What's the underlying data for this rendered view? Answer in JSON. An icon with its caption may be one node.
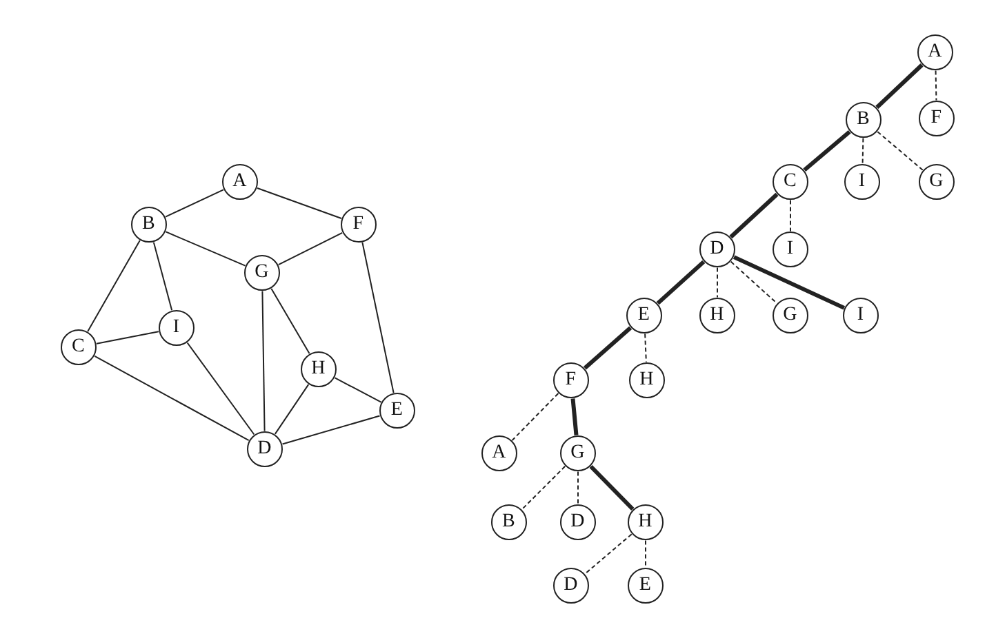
{
  "diagram": {
    "nodes": [
      {
        "text": [
          "A"
        ]
      },
      {
        "text": [
          "B"
        ]
      },
      {
        "text": [
          "F"
        ]
      },
      {
        "text": [
          "G"
        ]
      },
      {
        "text": [
          "I"
        ]
      },
      {
        "text": [
          "C"
        ]
      },
      {
        "text": [
          "H"
        ]
      },
      {
        "text": [
          "E"
        ]
      },
      {
        "text": [
          "D"
        ]
      },
      {
        "text": [
          "A"
        ]
      },
      {
        "text": [
          "B"
        ]
      },
      {
        "text": [
          "F"
        ]
      },
      {
        "text": [
          "C"
        ]
      },
      {
        "text": [
          "I"
        ]
      },
      {
        "text": [
          "G"
        ]
      },
      {
        "text": [
          "D"
        ]
      },
      {
        "text": [
          "I"
        ]
      },
      {
        "text": [
          "E"
        ]
      },
      {
        "text": [
          "H"
        ]
      },
      {
        "text": [
          "G"
        ]
      },
      {
        "text": [
          "I"
        ]
      },
      {
        "text": [
          "F"
        ]
      },
      {
        "text": [
          "H"
        ]
      },
      {
        "text": [
          "A"
        ]
      },
      {
        "text": [
          "G"
        ]
      },
      {
        "text": [
          "B"
        ]
      },
      {
        "text": [
          "D"
        ]
      },
      {
        "text": [
          "H"
        ]
      },
      {
        "text": [
          "D"
        ]
      },
      {
        "text": [
          "E"
        ]
      }
    ],
    "edges": [
      {
        "from": 0,
        "to": 1,
        "arrow": "none"
      },
      {
        "from": 0,
        "to": 2,
        "arrow": "none"
      },
      {
        "from": 1,
        "to": 3,
        "arrow": "none"
      },
      {
        "from": 3,
        "to": 2,
        "arrow": "none"
      },
      {
        "from": 1,
        "to": 5,
        "arrow": "none"
      },
      {
        "from": 1,
        "to": 4,
        "arrow": "none"
      },
      {
        "from": 5,
        "to": 4,
        "arrow": "none"
      },
      {
        "from": 5,
        "to": 8,
        "arrow": "none"
      },
      {
        "from": 4,
        "to": 8,
        "arrow": "none"
      },
      {
        "from": 3,
        "to": 8,
        "arrow": "none"
      },
      {
        "from": 3,
        "to": 6,
        "arrow": "none"
      },
      {
        "from": 6,
        "to": 8,
        "arrow": "none"
      },
      {
        "from": 6,
        "to": 7,
        "arrow": "none"
      },
      {
        "from": 2,
        "to": 7,
        "arrow": "none"
      },
      {
        "from": 8,
        "to": 7,
        "arrow": "none"
      },
      {
        "from": 9,
        "to": 10,
        "arrow": "none",
        "style": "thick"
      },
      {
        "from": 9,
        "to": 11,
        "arrow": "none",
        "style": "dashed"
      },
      {
        "from": 10,
        "to": 12,
        "arrow": "none",
        "style": "thick"
      },
      {
        "from": 10,
        "to": 13,
        "arrow": "none",
        "style": "dashed"
      },
      {
        "from": 10,
        "to": 14,
        "arrow": "none",
        "style": "dashed"
      },
      {
        "from": 12,
        "to": 15,
        "arrow": "none",
        "style": "thick"
      },
      {
        "from": 12,
        "to": 16,
        "arrow": "none",
        "style": "dashed"
      },
      {
        "from": 15,
        "to": 17,
        "arrow": "none",
        "style": "thick"
      },
      {
        "from": 15,
        "to": 18,
        "arrow": "none",
        "style": "dashed"
      },
      {
        "from": 15,
        "to": 19,
        "arrow": "none",
        "style": "dashed"
      },
      {
        "from": 15,
        "to": 20,
        "arrow": "none",
        "style": "thick"
      },
      {
        "from": 17,
        "to": 21,
        "arrow": "none",
        "style": "thick"
      },
      {
        "from": 17,
        "to": 22,
        "arrow": "none",
        "style": "dashed"
      },
      {
        "from": 21,
        "to": 23,
        "arrow": "none",
        "style": "dashed"
      },
      {
        "from": 21,
        "to": 24,
        "arrow": "none",
        "style": "thick"
      },
      {
        "from": 24,
        "to": 25,
        "arrow": "none",
        "style": "dashed"
      },
      {
        "from": 24,
        "to": 26,
        "arrow": "none",
        "style": "dashed"
      },
      {
        "from": 24,
        "to": 27,
        "arrow": "none",
        "style": "thick"
      },
      {
        "from": 27,
        "to": 28,
        "arrow": "none",
        "style": "dashed"
      },
      {
        "from": 27,
        "to": 29,
        "arrow": "none",
        "style": "dashed"
      }
    ]
  }
}
